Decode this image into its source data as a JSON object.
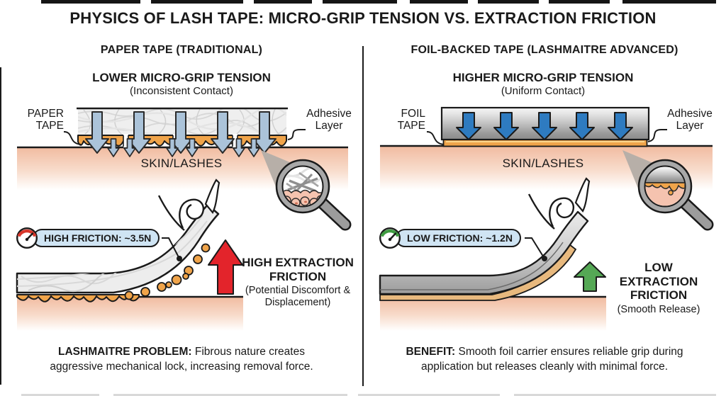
{
  "title": "PHYSICS OF LASH TAPE: MICRO-GRIP TENSION VS. EXTRACTION FRICTION",
  "left": {
    "heading": "PAPER TAPE (TRADITIONAL)",
    "tension_title": "LOWER MICRO-GRIP TENSION",
    "tension_subtitle": "(Inconsistent Contact)",
    "tape_label": "PAPER TAPE",
    "adhesive_label": "Adhesive Layer",
    "surface_label": "SKIN/LASHES",
    "friction_badge": "HIGH FRICTION: ~3.5N",
    "extraction_title": "HIGH EXTRACTION FRICTION",
    "extraction_subtitle": "(Potential Discomfort & Displacement)",
    "footnote_bold": "LASHMAITRE PROBLEM:",
    "footnote_line1_rest": " Fibrous nature creates",
    "footnote_line2": "aggressive mechanical lock, increasing removal force."
  },
  "right": {
    "heading": "FOIL-BACKED TAPE (LASHMAITRE ADVANCED)",
    "tension_title": "HIGHER MICRO-GRIP TENSION",
    "tension_subtitle": "(Uniform Contact)",
    "tape_label": "FOIL TAPE",
    "adhesive_label": "Adhesive Layer",
    "surface_label": "SKIN/LASHES",
    "friction_badge": "LOW FRICTION: ~1.2N",
    "extraction_title": "LOW EXTRACTION FRICTION",
    "extraction_subtitle": "(Smooth Release)",
    "footnote_bold": "BENEFIT:",
    "footnote_line1_rest": " Smooth foil carrier ensures reliable grip during",
    "footnote_line2": "application but releases cleanly with minimal force."
  },
  "icons": {
    "high_friction_gauge": "gauge-red-icon",
    "low_friction_gauge": "gauge-green-icon",
    "left_magnifier": "magnifier-fibrous-adhesive-icon",
    "right_magnifier": "magnifier-smooth-adhesive-icon"
  },
  "colors": {
    "ink": "#1a1a1a",
    "adhesive": "#F0A44A",
    "skin": "#F1BBA0",
    "steel_arrow": "#ABC3D9",
    "blue_arrow": "#2E7BC0",
    "red_arrow": "#E3242B",
    "green_arrow": "#55A855",
    "badge_bg": "#CFE4F3",
    "paper": "#EFEFEF",
    "metal_light": "#F2F2F2",
    "metal_dark": "#8C8C8C",
    "gauge_red": "#D8372C",
    "gauge_green": "#3F9B41",
    "glass_gray": "#A8A8A8",
    "beam_gray": "#B7AFA8"
  }
}
